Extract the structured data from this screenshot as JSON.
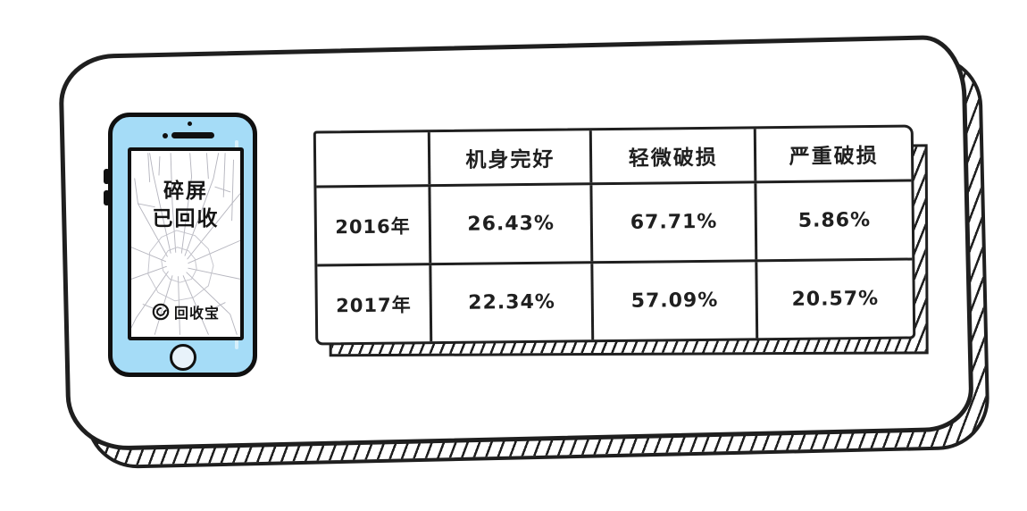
{
  "illustration_theme": "hand-drawn sketch, broken phone screen recycling statistics",
  "colors": {
    "ink": "#1f1f1f",
    "phone_body": "#a5dcf7",
    "phone_screen": "#ffffff",
    "home_button_fill": "#e8f2fa",
    "crack_line": "#b6b6bf"
  },
  "phone": {
    "screen_text_line1": "碎屏",
    "screen_text_line2": "已回收",
    "brand": "回收宝"
  },
  "table": {
    "headers": [
      "",
      "机身完好",
      "轻微破损",
      "严重破损"
    ],
    "rows": [
      {
        "label": "2016年",
        "cells": [
          "26.43%",
          "67.71%",
          "5.86%"
        ]
      },
      {
        "label": "2017年",
        "cells": [
          "22.34%",
          "57.09%",
          "20.57%"
        ]
      }
    ]
  },
  "chart_data": {
    "type": "table",
    "title": "碎屏已回收 (cracked screens recycled) — phone body condition share by year",
    "columns": [
      "机身完好",
      "轻微破损",
      "严重破损"
    ],
    "categories": [
      "2016年",
      "2017年"
    ],
    "series": [
      {
        "name": "机身完好",
        "values": [
          26.43,
          22.34
        ]
      },
      {
        "name": "轻微破损",
        "values": [
          67.71,
          57.09
        ]
      },
      {
        "name": "严重破损",
        "values": [
          5.86,
          20.57
        ]
      }
    ],
    "unit": "%"
  }
}
